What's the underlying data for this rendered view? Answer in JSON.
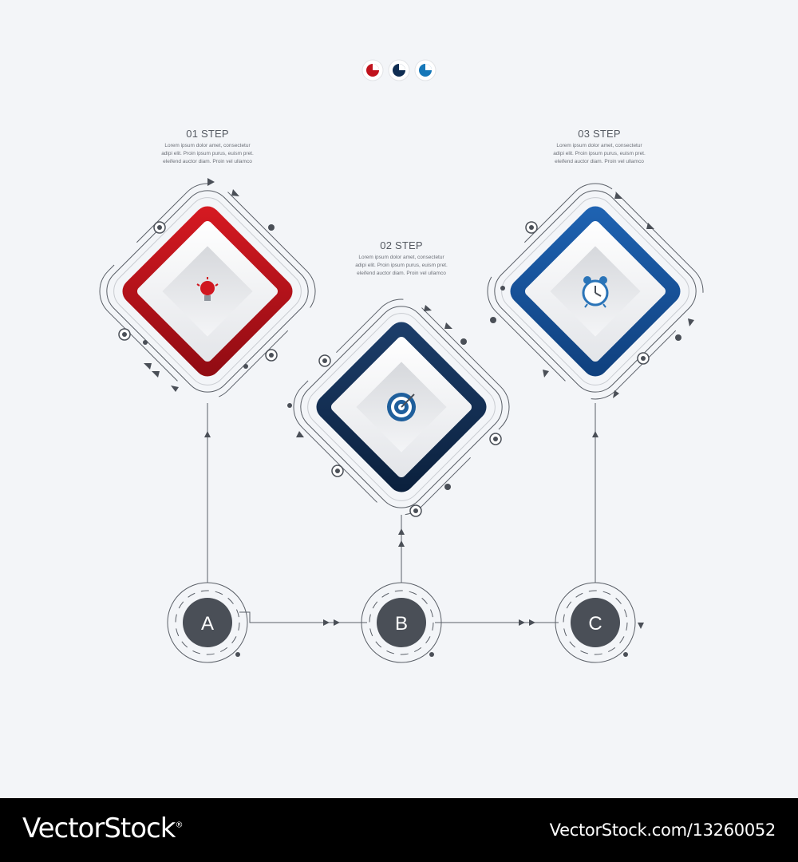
{
  "steps": [
    {
      "title": "01 STEP",
      "lines": [
        "Lorem ipsum dolor amet, consectetur",
        "adipi elit. Proin ipsum purus, euism pret.",
        "eleifend auctor diam. Proin vel ullamco"
      ],
      "color": "#c0121c",
      "icon": "lightbulb-icon"
    },
    {
      "title": "02 STEP",
      "lines": [
        "Lorem ipsum dolor amet, consectetur",
        "adipi elit. Proin ipsum purus, euism pret.",
        "eleifend auctor diam. Proin vel ullamco"
      ],
      "color": "#0f2d52",
      "icon": "target-icon"
    },
    {
      "title": "03 STEP",
      "lines": [
        "Lorem ipsum dolor amet, consectetur",
        "adipi elit. Proin ipsum purus, euism pret.",
        "eleifend auctor diam. Proin vel ullamco"
      ],
      "color": "#15509a",
      "icon": "alarm-clock-icon"
    }
  ],
  "nodes": [
    "A",
    "B",
    "C"
  ],
  "pie_icons": [
    "#c0121c",
    "#0f2d52",
    "#1677b8"
  ],
  "footer": {
    "brand": "VectorStock",
    "registered": "®",
    "url": "VectorStock.com/13260052"
  }
}
